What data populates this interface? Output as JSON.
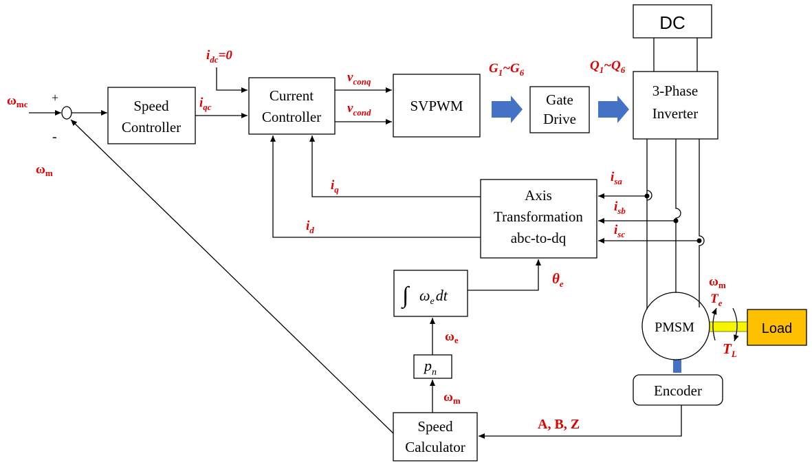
{
  "blocks": {
    "speed_controller": [
      "Speed",
      "Controller"
    ],
    "current_controller": [
      "Current",
      "Controller"
    ],
    "svpwm": "SVPWM",
    "gate_drive": [
      "Gate",
      "Drive"
    ],
    "inverter": [
      "3-Phase",
      "Inverter"
    ],
    "dc": "DC",
    "axis_transformation": [
      "Axis",
      "Transformation",
      "abc-to-dq"
    ],
    "integrator": {
      "integral": "∫",
      "omega": "ω",
      "sub": "e",
      "dt": "dt"
    },
    "pn": {
      "p": "p",
      "sub": "n"
    },
    "pmsm": "PMSM",
    "load": "Load",
    "encoder": "Encoder",
    "speed_calculator": [
      "Speed",
      "Calculator"
    ]
  },
  "signals": {
    "omega_mc": {
      "main": "ω",
      "sub": "mc"
    },
    "plus": "+",
    "minus": "-",
    "omega_m_feedback": {
      "main": "ω",
      "sub": "m"
    },
    "i_dc": {
      "main": "i",
      "sub": "dc",
      "rest": "=0"
    },
    "i_qc": {
      "main": "i",
      "sub": "qc"
    },
    "v_conq": {
      "main": "v",
      "sub": "conq"
    },
    "v_cond": {
      "main": "v",
      "sub": "cond"
    },
    "g": {
      "a": "G",
      "a_sub": "1",
      "mid": "~G",
      "b_sub": "6"
    },
    "q": {
      "a": "Q",
      "a_sub": "1",
      "mid": "~Q",
      "b_sub": "6"
    },
    "i_q": {
      "main": "i",
      "sub": "q"
    },
    "i_d": {
      "main": "i",
      "sub": "d"
    },
    "i_sa": {
      "main": "i",
      "sub": "sa"
    },
    "i_sb": {
      "main": "i",
      "sub": "sb"
    },
    "i_sc": {
      "main": "i",
      "sub": "sc"
    },
    "theta_e": {
      "main": "θ",
      "sub": "e"
    },
    "omega_e": {
      "main": "ω",
      "sub": "e"
    },
    "omega_m_calc": {
      "main": "ω",
      "sub": "m"
    },
    "omega_m_motor": {
      "main": "ω",
      "sub": "m"
    },
    "t_e": {
      "main": "T",
      "sub": "e"
    },
    "t_l": {
      "main": "T",
      "sub": "L"
    },
    "abz": "A, B, Z"
  },
  "colors": {
    "label": "#e00000",
    "arrow_fill": "#4472c4",
    "shaft": "#f5f500",
    "load": "#ffc000",
    "encoder_link": "#4472c4"
  }
}
